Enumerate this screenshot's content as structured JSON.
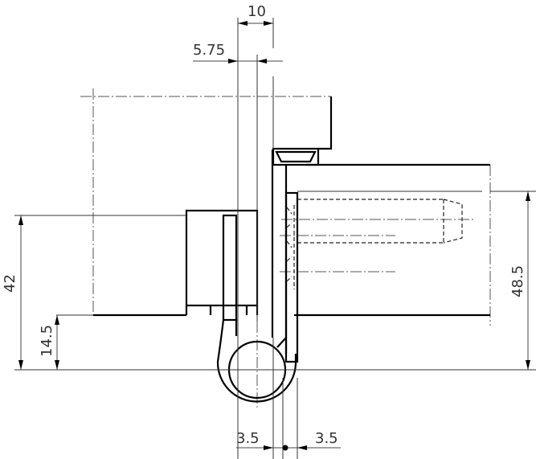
{
  "drawing": {
    "type": "technical-drawing",
    "subject": "concealed-frame door hinge cross-section",
    "units": "mm",
    "colors": {
      "line": "#000000",
      "dimension": "#444444",
      "background": "#ffffff"
    }
  },
  "dimensions": {
    "top_width": "10",
    "pin_offset": "5.75",
    "overall_height_left": "42",
    "lower_height_left": "14.5",
    "overall_height_right": "48.5",
    "bottom_left_gap": "3.5",
    "bottom_right_gap": "3.5"
  }
}
